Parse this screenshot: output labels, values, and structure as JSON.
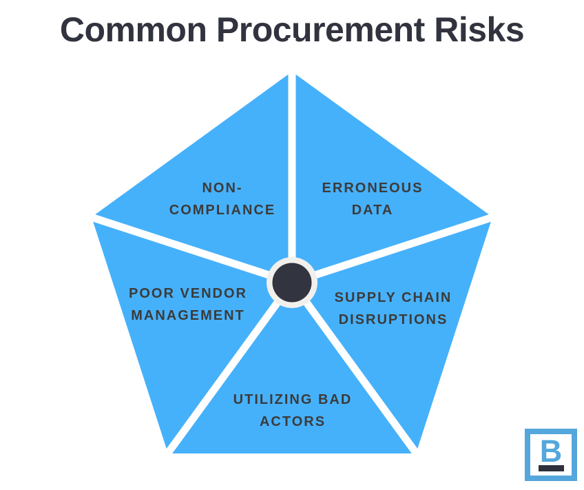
{
  "title": "Common Procurement Risks",
  "colors": {
    "background": "#FFFFFF",
    "segment_blue": "#46B1FB",
    "divider_white": "#FFFFFF",
    "title_color": "#31333E",
    "label_color": "#3C3B3A",
    "center_dot": "#323440",
    "center_ring": "#F2F0ED",
    "logo_blue": "#54A7DC",
    "logo_bar": "#2E313C"
  },
  "pentagon": {
    "segments": [
      {
        "id": "non-compliance",
        "lines": [
          "NON-",
          "COMPLIANCE"
        ]
      },
      {
        "id": "erroneous-data",
        "lines": [
          "ERRONEOUS",
          "DATA"
        ]
      },
      {
        "id": "supply-chain-disruptions",
        "lines": [
          "SUPPLY CHAIN",
          "DISRUPTIONS"
        ]
      },
      {
        "id": "utilizing-bad-actors",
        "lines": [
          "UTILIZING BAD",
          "ACTORS"
        ]
      },
      {
        "id": "poor-vendor-management",
        "lines": [
          "POOR VENDOR",
          "MANAGEMENT"
        ]
      }
    ]
  },
  "logo": {
    "letter": "B"
  }
}
